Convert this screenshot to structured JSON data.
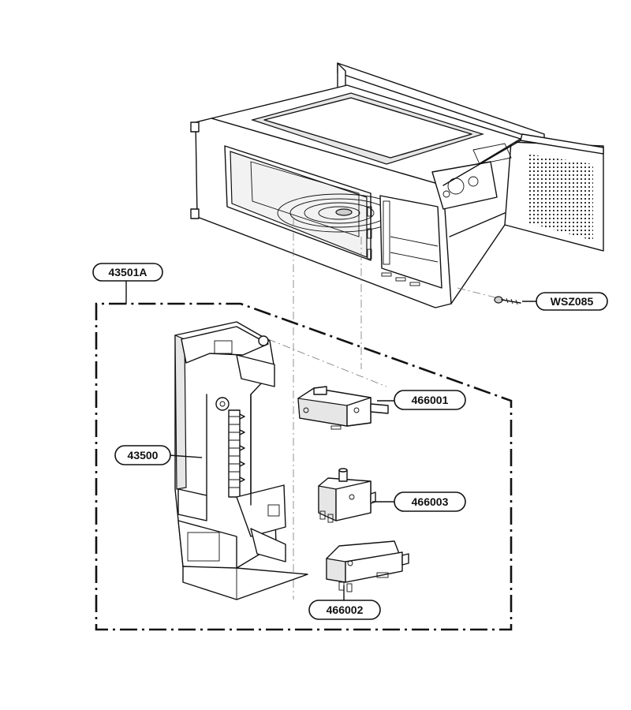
{
  "callouts": {
    "assembly_group": "43501A",
    "screw": "WSZ085",
    "latch_board": "43500",
    "switch_top": "466001",
    "switch_middle": "466003",
    "switch_bottom": "466002"
  }
}
